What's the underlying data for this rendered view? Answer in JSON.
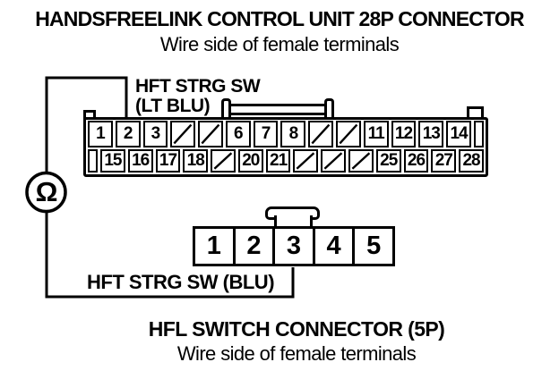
{
  "header": {
    "title": "HANDSFREELINK CONTROL UNIT 28P CONNECTOR",
    "subtitle": "Wire side of female terminals"
  },
  "connector_28p": {
    "wire_label_line1": "HFT STRG SW",
    "wire_label_line2": "(LT BLU)",
    "rows": [
      [
        "1",
        "2",
        "3",
        "/",
        "/",
        "6",
        "7",
        "8",
        "/",
        "/",
        "11",
        "12",
        "13",
        "14",
        ""
      ],
      [
        "",
        "15",
        "16",
        "17",
        "18",
        "/",
        "20",
        "21",
        "/",
        "/",
        "/",
        "25",
        "26",
        "27",
        "28"
      ]
    ]
  },
  "connector_5p": {
    "pins": [
      "1",
      "2",
      "3",
      "4",
      "5"
    ],
    "wire_label": "HFT STRG SW (BLU)"
  },
  "footer": {
    "title": "HFL SWITCH CONNECTOR (5P)",
    "subtitle": "Wire side of female terminals"
  },
  "meter": {
    "symbol": "Ω"
  }
}
